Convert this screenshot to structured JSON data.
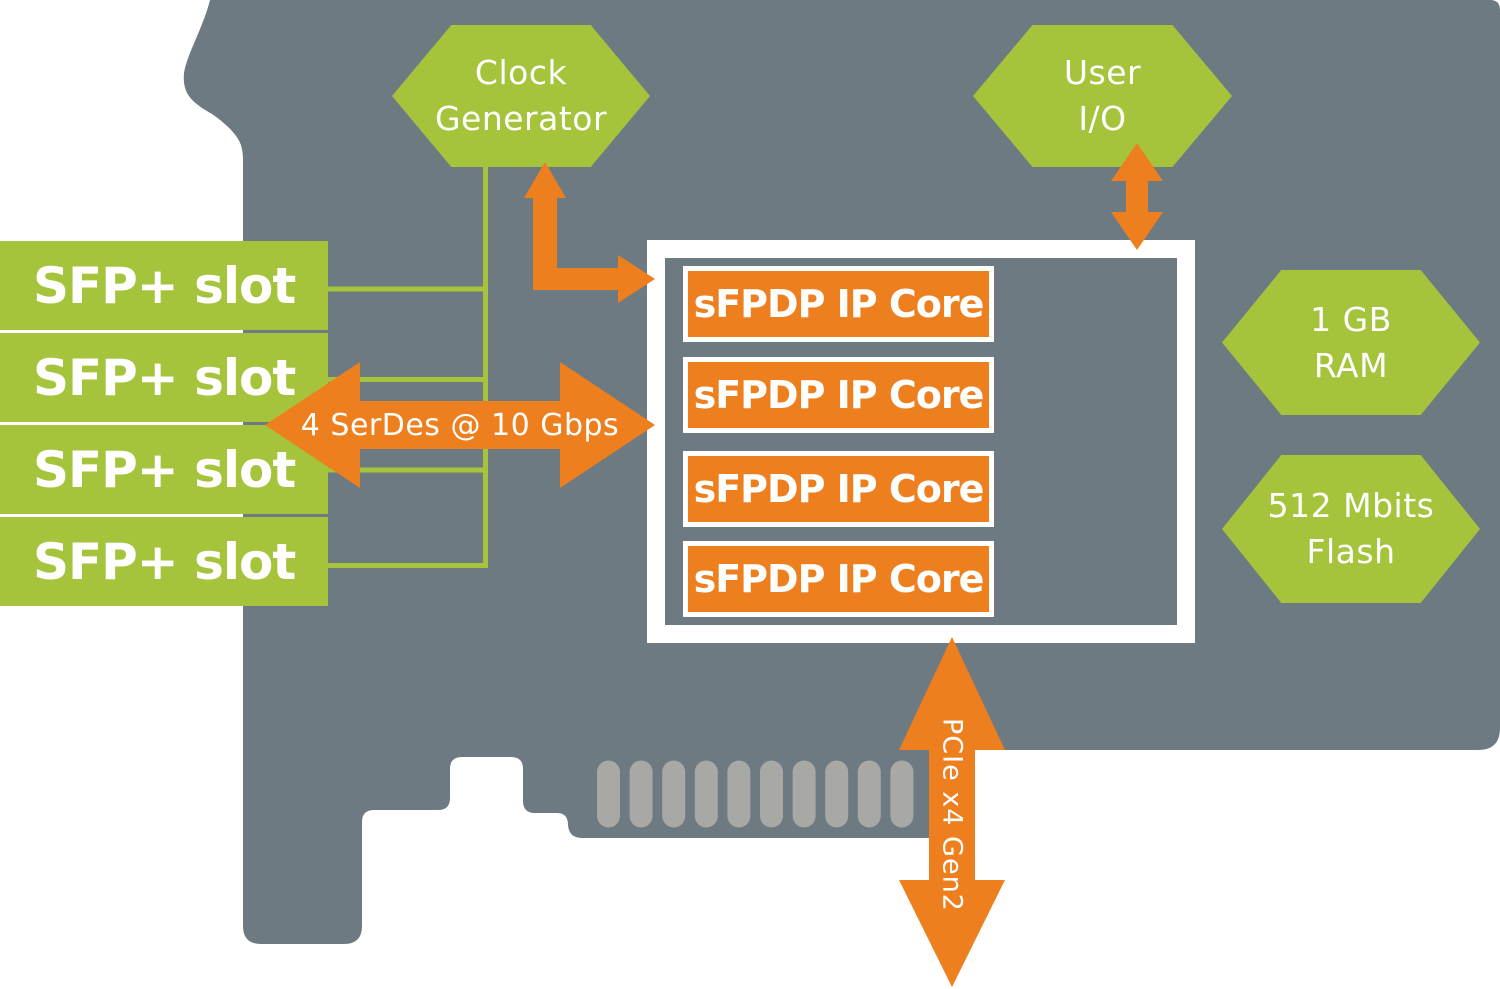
{
  "colors": {
    "green": "#a5c43c",
    "orange": "#ee7f1f",
    "card_gray": "#6d7a82",
    "connector_pin_gray": "#a8a8a4",
    "text_white": "#ffffff"
  },
  "card": {
    "slots": [
      {
        "label": "SFP+ slot"
      },
      {
        "label": "SFP+ slot"
      },
      {
        "label": "SFP+ slot"
      },
      {
        "label": "SFP+ slot"
      }
    ],
    "clock_generator": {
      "line1": "Clock",
      "line2": "Generator"
    },
    "user_io": {
      "line1": "User",
      "line2": "I/O"
    },
    "ram": {
      "line1": "1 GB",
      "line2": "RAM"
    },
    "flash": {
      "line1": "512 Mbits",
      "line2": "Flash"
    },
    "fpga_box": {
      "cores": [
        {
          "label": "sFPDP IP Core"
        },
        {
          "label": "sFPDP IP Core"
        },
        {
          "label": "sFPDP IP Core"
        },
        {
          "label": "sFPDP IP Core"
        }
      ]
    },
    "links": {
      "serdes_label": "4 SerDes @ 10 Gbps",
      "pcie_label": "PCIe x4 Gen2"
    },
    "pcie_fingers": 10
  }
}
